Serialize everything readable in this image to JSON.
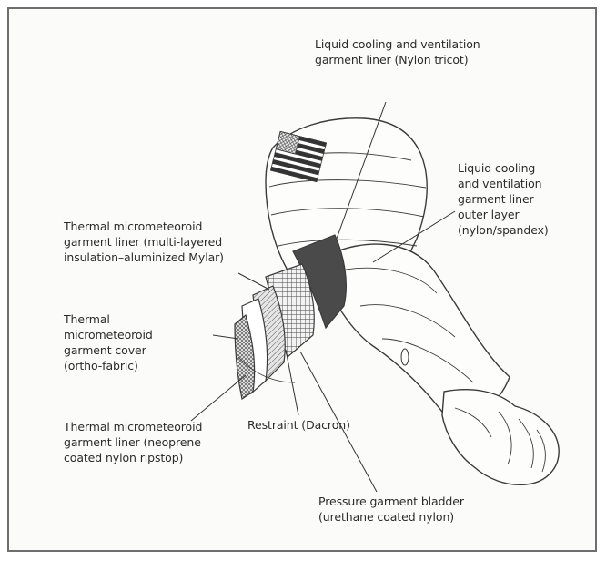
{
  "figure": {
    "labels": {
      "lcvg_liner": "Liquid cooling and ventilation\ngarment liner (Nylon tricot)",
      "lcvg_outer": "Liquid cooling\nand ventilation\ngarment liner\nouter layer\n(nylon/spandex)",
      "tmg_liner_mylar": "Thermal micrometeoroid\ngarment liner (multi-layered\ninsulation–aluminized Mylar)",
      "tmg_cover": "Thermal\nmicrometeoroid\ngarment cover\n(ortho-fabric)",
      "tmg_liner_neoprene": "Thermal micrometeoroid\ngarment liner (neoprene\ncoated nylon ripstop)",
      "restraint": "Restraint (Dacron)",
      "bladder": "Pressure garment bladder\n(urethane coated nylon)"
    },
    "colors": {
      "frame": "#6e6e6e",
      "ink": "#2b2b2b",
      "dark_layer": "#4a4a4a"
    }
  }
}
